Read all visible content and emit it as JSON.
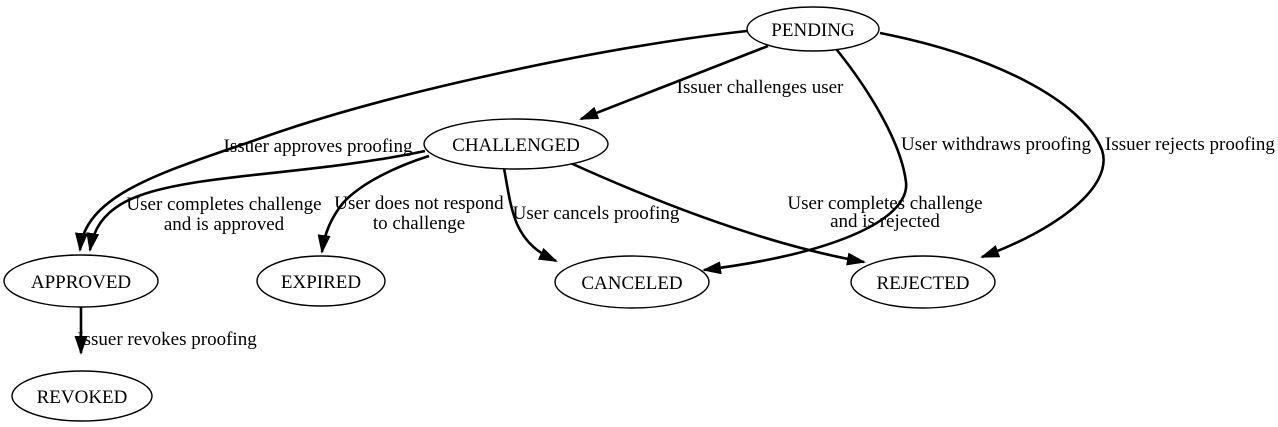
{
  "diagram": {
    "type": "state-machine",
    "background_color": "#ffffff",
    "line_color": "#000000",
    "text_color": "#000000",
    "nodes": [
      {
        "id": "pending",
        "label": "PENDING"
      },
      {
        "id": "challenged",
        "label": "CHALLENGED"
      },
      {
        "id": "approved",
        "label": "APPROVED"
      },
      {
        "id": "expired",
        "label": "EXPIRED"
      },
      {
        "id": "canceled",
        "label": "CANCELED"
      },
      {
        "id": "rejected",
        "label": "REJECTED"
      },
      {
        "id": "revoked",
        "label": "REVOKED"
      }
    ],
    "edges": [
      {
        "from": "PENDING",
        "to": "CHALLENGED",
        "lines": [
          "Issuer challenges user"
        ]
      },
      {
        "from": "PENDING",
        "to": "APPROVED",
        "lines": [
          "Issuer approves proofing"
        ]
      },
      {
        "from": "PENDING",
        "to": "CANCELED",
        "lines": [
          "User withdraws proofing"
        ]
      },
      {
        "from": "PENDING",
        "to": "REJECTED",
        "lines": [
          "Issuer rejects proofing"
        ]
      },
      {
        "from": "CHALLENGED",
        "to": "APPROVED",
        "lines": [
          "User completes challenge",
          "and is approved"
        ]
      },
      {
        "from": "CHALLENGED",
        "to": "EXPIRED",
        "lines": [
          "User does not respond",
          "to challenge"
        ]
      },
      {
        "from": "CHALLENGED",
        "to": "CANCELED",
        "lines": [
          "User cancels proofing"
        ]
      },
      {
        "from": "CHALLENGED",
        "to": "REJECTED",
        "lines": [
          "User completes challenge",
          "and is rejected"
        ]
      },
      {
        "from": "APPROVED",
        "to": "REVOKED",
        "lines": [
          "Issuer revokes proofing"
        ]
      }
    ]
  }
}
